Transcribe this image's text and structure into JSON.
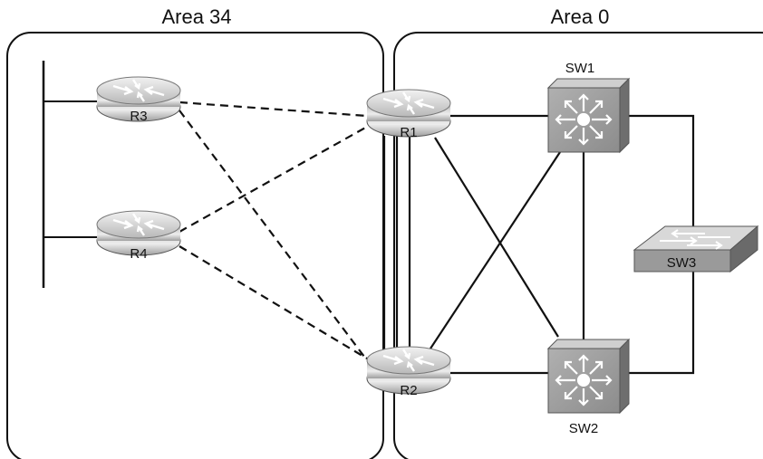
{
  "areas": {
    "left": {
      "title": "Area 34"
    },
    "right": {
      "title": "Area 0"
    }
  },
  "devices": {
    "r1": {
      "label": "R1",
      "type": "router"
    },
    "r2": {
      "label": "R2",
      "type": "router"
    },
    "r3": {
      "label": "R3",
      "type": "router"
    },
    "r4": {
      "label": "R4",
      "type": "router"
    },
    "sw1": {
      "label": "SW1",
      "type": "layer3-switch"
    },
    "sw2": {
      "label": "SW2",
      "type": "layer3-switch"
    },
    "sw3": {
      "label": "SW3",
      "type": "layer2-switch"
    }
  },
  "links": {
    "dashed": [
      [
        "r3",
        "r1"
      ],
      [
        "r3",
        "r2"
      ],
      [
        "r4",
        "r1"
      ],
      [
        "r4",
        "r2"
      ]
    ],
    "solid": [
      [
        "r1",
        "sw1"
      ],
      [
        "r1",
        "sw2"
      ],
      [
        "r2",
        "sw1"
      ],
      [
        "r2",
        "sw2"
      ],
      [
        "sw1",
        "sw2"
      ],
      [
        "sw1",
        "sw3"
      ],
      [
        "sw2",
        "sw3"
      ],
      [
        "r1",
        "r2"
      ]
    ]
  },
  "colors": {
    "router_light": "#e4e4e4",
    "router_dark": "#8a8a8a",
    "switch_face": "#a0a0a0",
    "switch_top": "#c8c8c8",
    "switch_side": "#6e6e6e",
    "line": "#111111"
  }
}
